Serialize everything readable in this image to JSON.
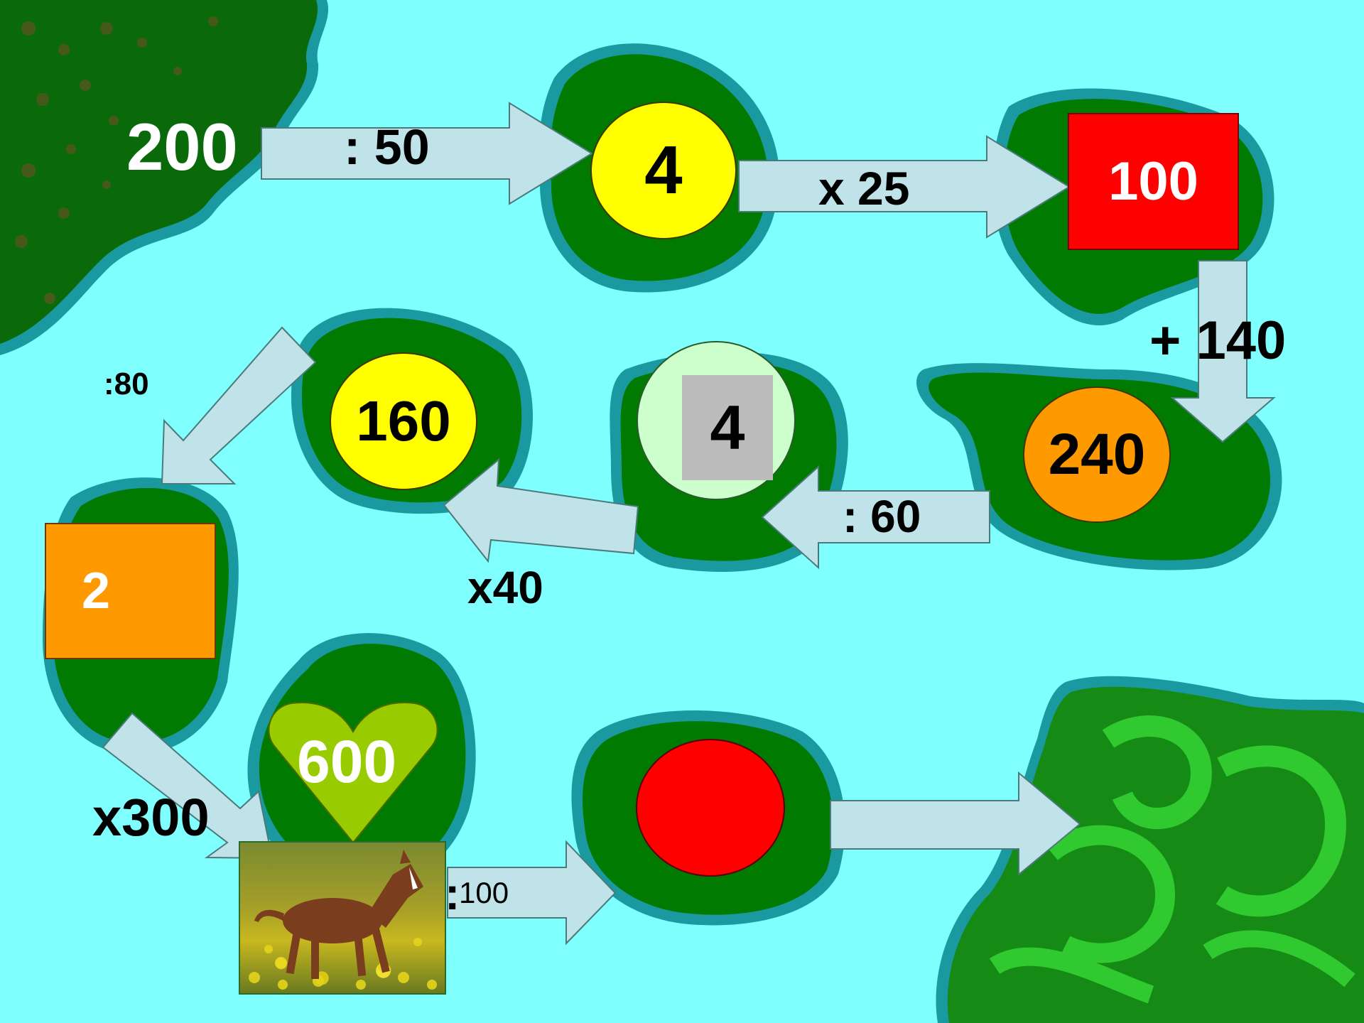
{
  "puzzle": {
    "start_value": "200",
    "nodes": {
      "n1": "4",
      "n2": "100",
      "n3": "240",
      "n4": "4",
      "n5": "160",
      "n6": "2",
      "n7": "600",
      "n8": ""
    },
    "operations": {
      "op1": ": 50",
      "op2": "x 25",
      "op3": "+ 140",
      "op4": ": 60",
      "op5": "x40",
      "op6": ":80",
      "op7": "x300",
      "op8_colon": ":",
      "op8_num": "100"
    },
    "image": "horse-foal-photo",
    "colors": {
      "sea": "#80ffff",
      "island": "#007a00",
      "shore": "#1a9aa0",
      "arrow": "#bfe3e8",
      "yellow": "#ffff00",
      "red": "#ff0000",
      "orange": "#ff9900",
      "light_green": "#ccffcc",
      "gray": "#bbbbbb",
      "heart_green": "#99cc00",
      "start_land": "#0a6a0a",
      "end_land": "#158a15"
    }
  }
}
